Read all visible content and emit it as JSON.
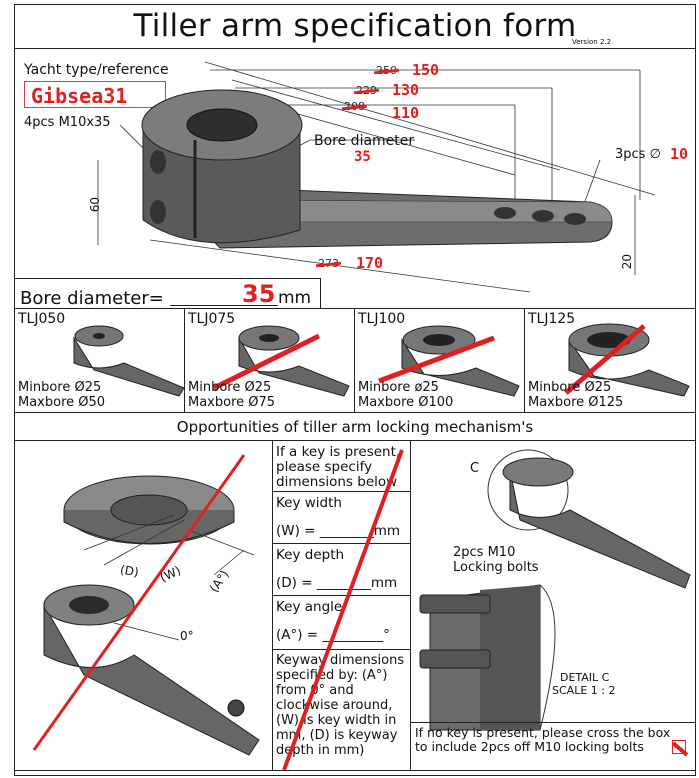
{
  "form": {
    "title": "Tiller arm specification form",
    "version": "Version 2.2"
  },
  "top": {
    "yacht_label": "Yacht type/reference",
    "yacht_value": "Gibsea31",
    "bolts_label": "4pcs M10x35",
    "bore_label": "Bore diameter",
    "bore_value": "35",
    "holes_label": "3pcs ∅",
    "holes_value": "10",
    "dim_height": "60",
    "dim_thick": "20",
    "dims": [
      {
        "old": "250",
        "new": "150"
      },
      {
        "old": "229",
        "new": "130"
      },
      {
        "old": "208",
        "new": "110"
      },
      {
        "old": "273",
        "new": "170"
      }
    ]
  },
  "bore_line": {
    "label": "Bore diameter=",
    "value": "35",
    "unit": "mm"
  },
  "models": [
    {
      "name": "TLJ050",
      "min": "Minbore Ø25",
      "max": "Maxbore Ø50",
      "crossed": false
    },
    {
      "name": "TLJ075",
      "min": "Minbore Ø25",
      "max": "Maxbore Ø75",
      "crossed": true
    },
    {
      "name": "TLJ100",
      "min": "Minbore ø25",
      "max": "Maxbore Ø100",
      "crossed": true
    },
    {
      "name": "TLJ125",
      "min": "Minbore Ø25",
      "max": "Maxbore Ø125",
      "crossed": true
    }
  ],
  "locking": {
    "heading": "Opportunities of tiller arm locking mechanism's",
    "key_intro": "If a key is present, please specify dimensions below",
    "key_width_label": "Key width",
    "key_width_field": "(W) = ________mm",
    "key_depth_label": "Key depth",
    "key_depth_field": "(D) = ________mm",
    "key_angle_label": "Key angle",
    "key_angle_field": "(A°) = _________°",
    "keyway_note": "Keyway dimensions specified by: (A°) from 0° and clockwise around, (W) is key width in mm, (D) is keyway depth in mm)",
    "diagram_labels": {
      "d": "(D)",
      "w": "(W)",
      "a": "(A°)",
      "zero": "0°",
      "c": "C"
    },
    "bolts_label": "2pcs M10\nLocking bolts",
    "detail_label": "DETAIL C",
    "scale_label": "SCALE 1 : 2",
    "no_key_note": "If no key is present, please cross the box to include 2pcs off M10 locking bolts"
  }
}
